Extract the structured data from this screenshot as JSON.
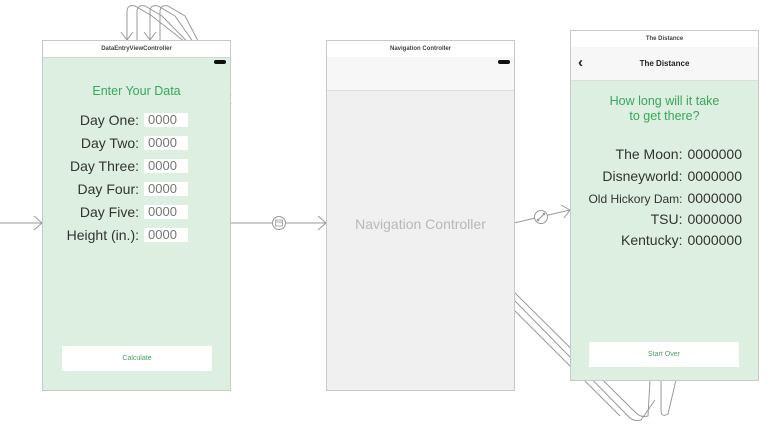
{
  "data_entry": {
    "title": "DataEntryViewController",
    "heading": "Enter Your Data",
    "rows": [
      {
        "label": "Day One:",
        "placeholder": "0000"
      },
      {
        "label": "Day Two:",
        "placeholder": "0000"
      },
      {
        "label": "Day Three:",
        "placeholder": "0000"
      },
      {
        "label": "Day Four:",
        "placeholder": "0000"
      },
      {
        "label": "Day Five:",
        "placeholder": "0000"
      },
      {
        "label": "Height (in.):",
        "placeholder": "0000"
      }
    ],
    "button": "Calculate"
  },
  "nav_controller": {
    "title": "Navigation Controller",
    "center_label": "Navigation Controller"
  },
  "distance": {
    "scene_title": "The Distance",
    "nav_title": "The Distance",
    "back_icon": "chevron-left-icon",
    "question_line1": "How long will it take",
    "question_line2": "to get there?",
    "rows": [
      {
        "label": "The Moon:",
        "value": "0000000"
      },
      {
        "label": "Disneyworld:",
        "value": "0000000"
      },
      {
        "label": "Old Hickory Dam:",
        "value": "0000000"
      },
      {
        "label": "TSU:",
        "value": "0000000"
      },
      {
        "label": "Kentucky:",
        "value": "0000000"
      }
    ],
    "button": "Start Over"
  },
  "colors": {
    "scene_bg": "#dcefe0",
    "accent_green": "#3aa65c",
    "nav_bg": "#f0f0f0",
    "connector": "#888888"
  }
}
